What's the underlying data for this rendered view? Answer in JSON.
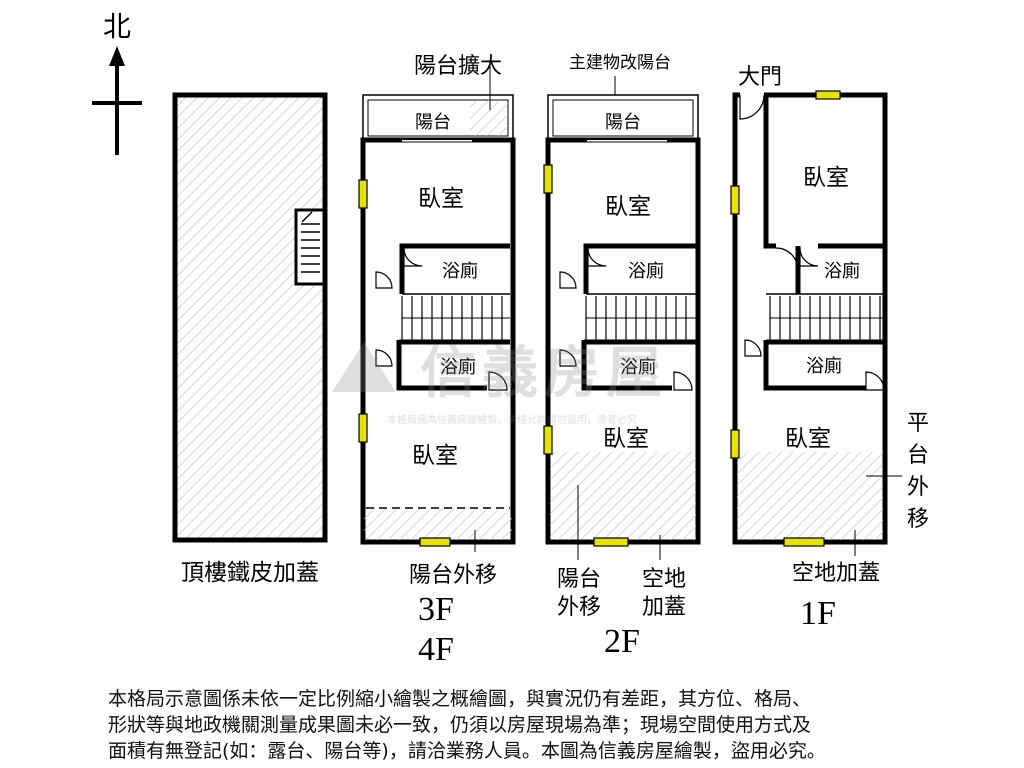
{
  "compass": {
    "north": "北"
  },
  "roof": {
    "caption": "頂樓鐵皮加蓋"
  },
  "floor_3f": {
    "expansion_label": "陽台擴大",
    "balcony": "陽台",
    "bedroom_top": "臥室",
    "bath_top": "浴廁",
    "bath_mid": "浴廁",
    "bedroom_bottom": "臥室",
    "caption": "陽台外移",
    "floor_line1": "3F",
    "floor_line2": "4F"
  },
  "floor_2f": {
    "top_note": "主建物改陽台",
    "balcony": "陽台",
    "bedroom_top": "臥室",
    "bath_top": "浴廁",
    "bath_mid": "浴廁",
    "bedroom_bottom": "臥室",
    "caption_left_1": "陽台",
    "caption_left_2": "外移",
    "caption_right_1": "空地",
    "caption_right_2": "加蓋",
    "floor": "2F"
  },
  "floor_1f": {
    "door": "大門",
    "bedroom_top": "臥室",
    "bath_top": "浴廁",
    "bath_mid": "浴廁",
    "bedroom_bottom": "臥室",
    "side_note": [
      "平",
      "台",
      "外",
      "移"
    ],
    "caption": "空地加蓋",
    "floor": "1F"
  },
  "watermark": {
    "brand": "信義房屋",
    "small": "本格局圖為信義房屋繪製，未經允許請勿盜用，違者必究"
  },
  "disclaimer": [
    "本格局示意圖係未依一定比例縮小繪製之概繪圖，與實況仍有差距，其方位、格局、",
    "形狀等與地政機關測量成果圖未必一致，仍須以房屋現場為準；現場空間使用方式及",
    "面積有無登記(如：露台、陽台等)，請洽業務人員。本圖為信義房屋繪製，盜用必究。"
  ]
}
